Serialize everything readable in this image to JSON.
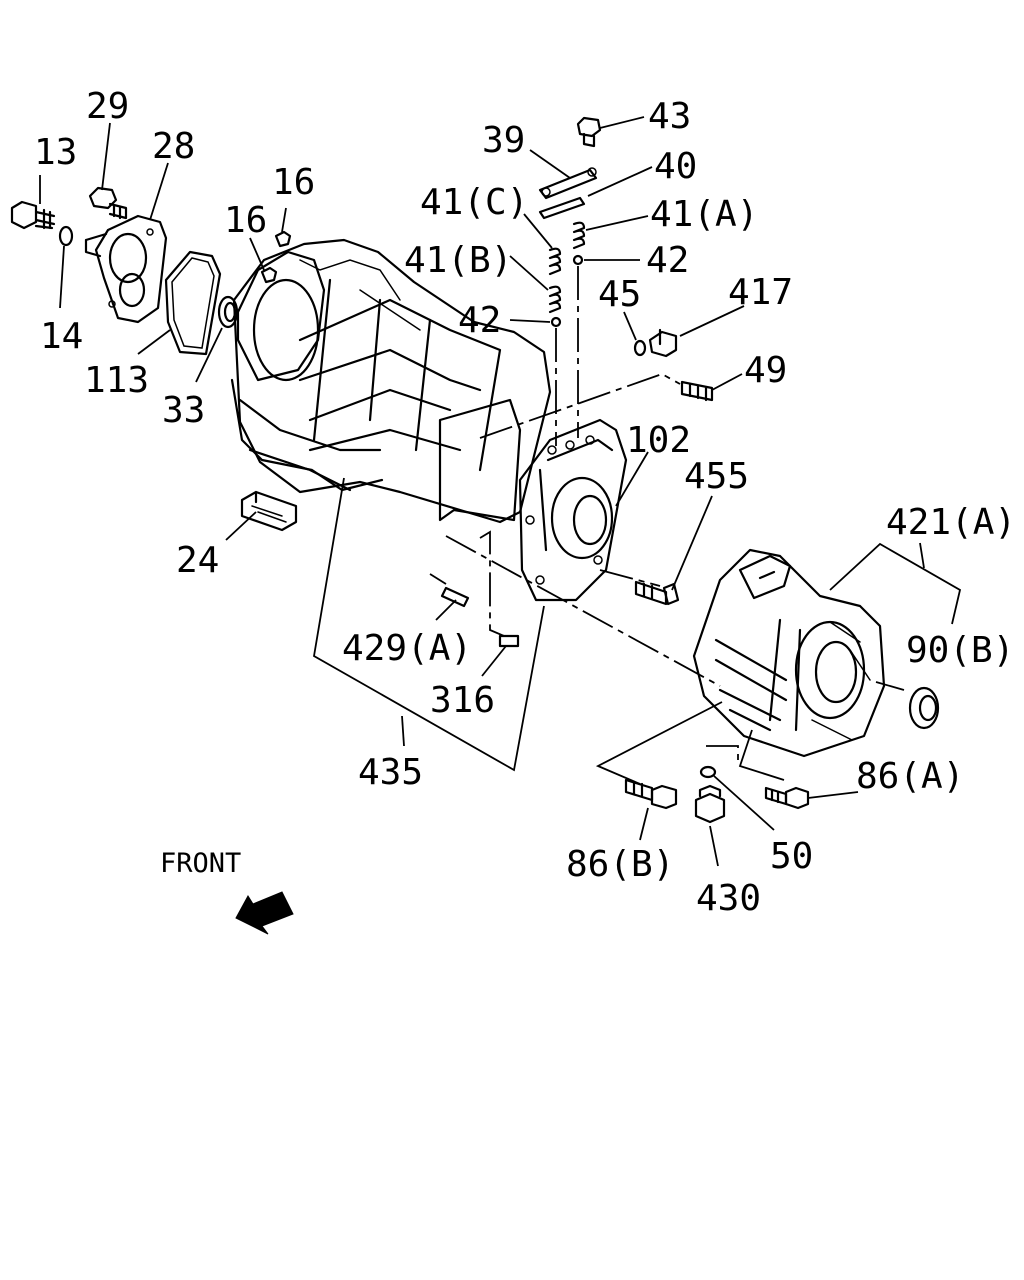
{
  "callouts": {
    "c13": "13",
    "c29": "29",
    "c28": "28",
    "c14": "14",
    "c113": "113",
    "c33": "33",
    "c16a": "16",
    "c16b": "16",
    "c24": "24",
    "c39": "39",
    "c43": "43",
    "c40": "40",
    "c41c": "41(C)",
    "c41a": "41(A)",
    "c41b": "41(B)",
    "c42a": "42",
    "c42b": "42",
    "c45": "45",
    "c417": "417",
    "c49": "49",
    "c102": "102",
    "c455": "455",
    "c421a": "421(A)",
    "c90b": "90(B)",
    "c429a": "429(A)",
    "c316": "316",
    "c435": "435",
    "c86a": "86(A)",
    "c86b": "86(B)",
    "c50": "50",
    "c430": "430"
  },
  "front": {
    "label": "FRONT"
  }
}
